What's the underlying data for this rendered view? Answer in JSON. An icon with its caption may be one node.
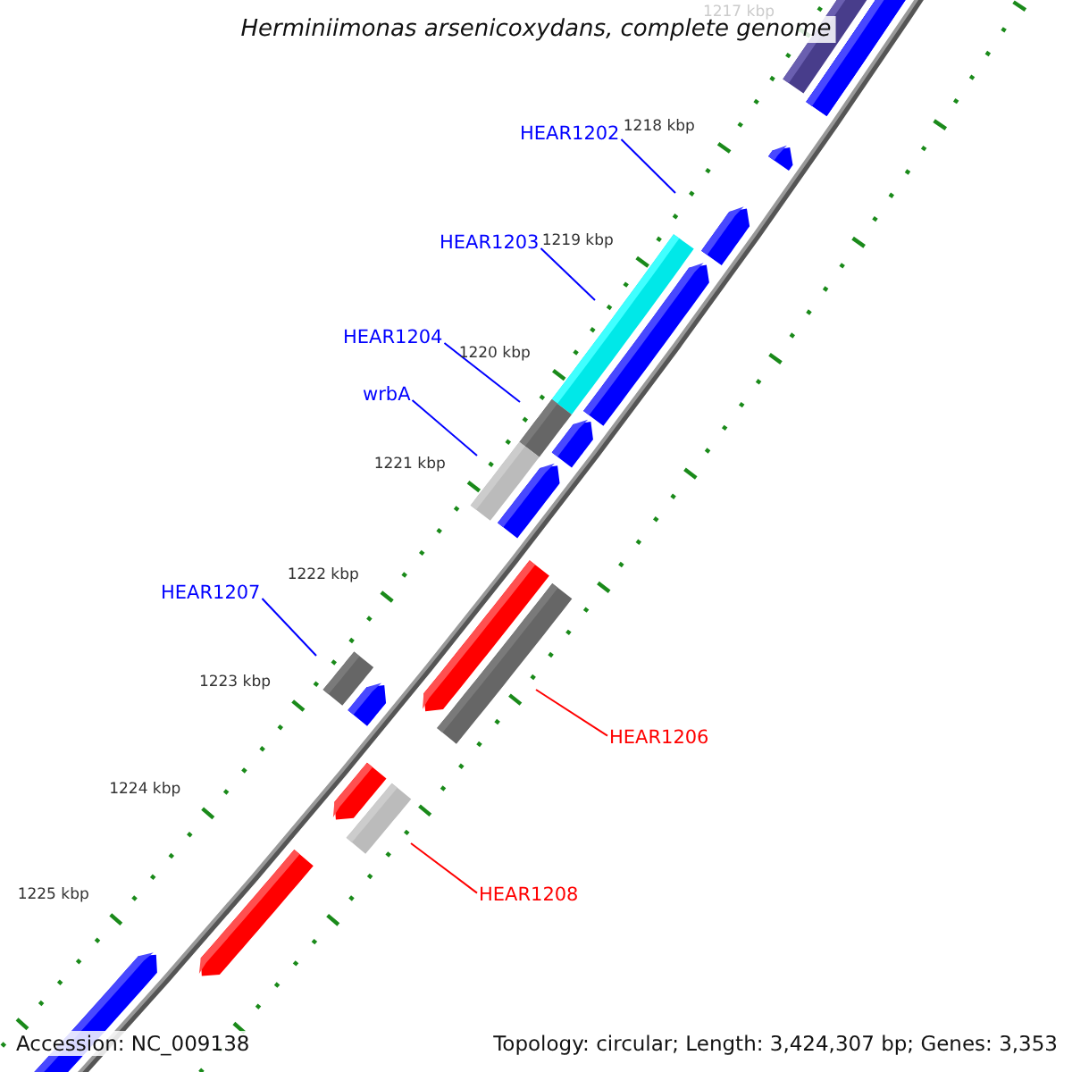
{
  "diagram": {
    "title": "Herminiimonas arsenicoxydans, complete genome",
    "nodes": [
      {
        "text": [
          "HEAR1202"
        ]
      },
      {
        "text": [
          "HEAR1203"
        ]
      },
      {
        "text": [
          "HEAR1204"
        ]
      },
      {
        "text": [
          "wrbA"
        ]
      },
      {
        "text": [
          "HEAR1207"
        ]
      },
      {
        "text": [
          "HEAR1206"
        ]
      },
      {
        "text": [
          "HEAR1208"
        ]
      }
    ],
    "edges": [
      {
        "from": 0,
        "to": null,
        "arrow": "none"
      },
      {
        "from": 1,
        "to": null,
        "arrow": "none"
      },
      {
        "from": 2,
        "to": null,
        "arrow": "none"
      },
      {
        "from": 3,
        "to": null,
        "arrow": "none"
      },
      {
        "from": 4,
        "to": null,
        "arrow": "none"
      },
      {
        "from": 5,
        "to": null,
        "arrow": "none",
        "color": "#ff0000"
      },
      {
        "from": 6,
        "to": null,
        "arrow": "none",
        "color": "#ff0000"
      }
    ],
    "labels": [
      "1217 kbp",
      "1218 kbp",
      "1219 kbp",
      "1220 kbp",
      "1221 kbp",
      "1222 kbp",
      "1223 kbp",
      "1224 kbp",
      "1225 kbp",
      "Accession: NC_009138",
      "Topology: circular; Length: 3,424,307 bp; Genes: 3,353"
    ]
  }
}
